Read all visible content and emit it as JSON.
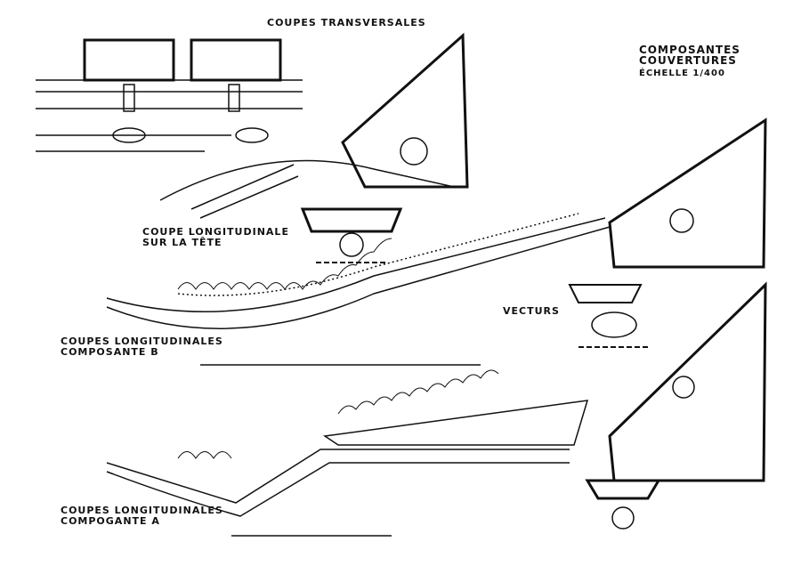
{
  "title": {
    "line1": "COMPOSANTES",
    "line2": "COUVERTURES",
    "scale": "ÉCHELLE 1/400"
  },
  "labels": {
    "transversal": "COUPES TRANSVERSALES",
    "head_line1": "COUPE LONGITUDINALE",
    "head_line2": "SUR LA TÊTE",
    "vectors": "VECTURS",
    "b_line1": "COUPES LONGITUDINALES",
    "b_line2": "COMPOSANTE B",
    "a_line1": "COUPES LONGITUDINALES",
    "a_line2": "COMPOGANTE A"
  }
}
